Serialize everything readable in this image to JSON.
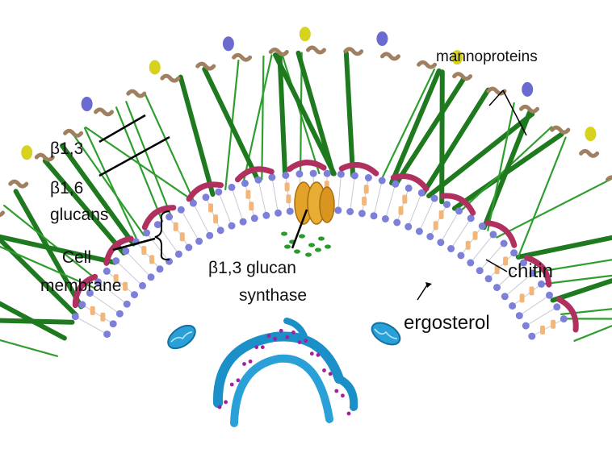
{
  "labels": {
    "mannoproteins": "mannoproteins",
    "beta13": "β1,3",
    "beta16": "β1,6",
    "glucans": "glucans",
    "cell": "Cell",
    "membrane": "membrane",
    "synthase_line1": "β1,3 glucan",
    "synthase_line2": "synthase",
    "chitin": "chitin",
    "ergosterol": "ergosterol"
  },
  "colors": {
    "glucan_dark": "#1f7a1f",
    "glucan_light": "#2f9e2f",
    "mannoprotein_yellow": "#d6d21e",
    "mannoprotein_purple": "#6a6ad0",
    "mannoprotein_brown": "#a08060",
    "chitin": "#b03060",
    "lipid_head": "#7d80d8",
    "ergosterol": "#f2b67a",
    "synthase": "#e3a32a",
    "organelle": "#2aa0d8",
    "ribosome": "#a020a0"
  }
}
